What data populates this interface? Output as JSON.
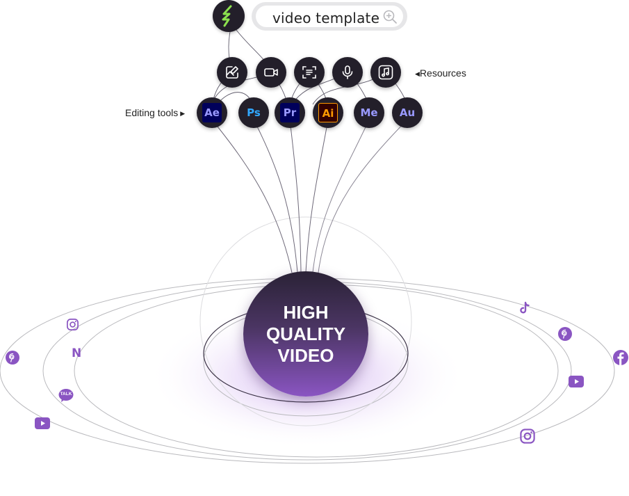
{
  "search": {
    "query": "video template",
    "icon": "zoom-in-icon"
  },
  "logo": {
    "icon": "lightning-logo-icon",
    "accent": "#8be04e"
  },
  "resources": {
    "label": "Resources",
    "items": [
      {
        "name": "image-edit-icon"
      },
      {
        "name": "video-camera-icon"
      },
      {
        "name": "text-scan-icon"
      },
      {
        "name": "microphone-icon"
      },
      {
        "name": "music-note-icon"
      }
    ]
  },
  "editing_tools": {
    "label": "Editing tools",
    "items": [
      {
        "abbr": "Ae",
        "fg": "#9999ff",
        "bg": "#00005b"
      },
      {
        "abbr": "Ps",
        "fg": "#31a8ff",
        "bg": "#001e36"
      },
      {
        "abbr": "Pr",
        "fg": "#9999ff",
        "bg": "#00005b"
      },
      {
        "abbr": "Ai",
        "fg": "#ff9a00",
        "bg": "#330000"
      },
      {
        "abbr": "Me",
        "fg": "#9999ff",
        "bg": "#231f2a"
      },
      {
        "abbr": "Au",
        "fg": "#9999ff",
        "bg": "#231f2a"
      }
    ]
  },
  "center": {
    "line1": "HIGH",
    "line2": "QUALITY",
    "line3": "VIDEO"
  },
  "platforms": {
    "color": "#8a55c2",
    "left": [
      {
        "name": "pinterest-icon"
      },
      {
        "name": "instagram-icon"
      },
      {
        "name": "naver-icon",
        "glyph": "N"
      },
      {
        "name": "kakaotalk-icon",
        "glyph": "TALK"
      },
      {
        "name": "youtube-icon"
      }
    ],
    "right": [
      {
        "name": "tiktok-icon"
      },
      {
        "name": "pinterest-icon"
      },
      {
        "name": "facebook-icon"
      },
      {
        "name": "youtube-icon"
      },
      {
        "name": "instagram-icon"
      }
    ]
  }
}
